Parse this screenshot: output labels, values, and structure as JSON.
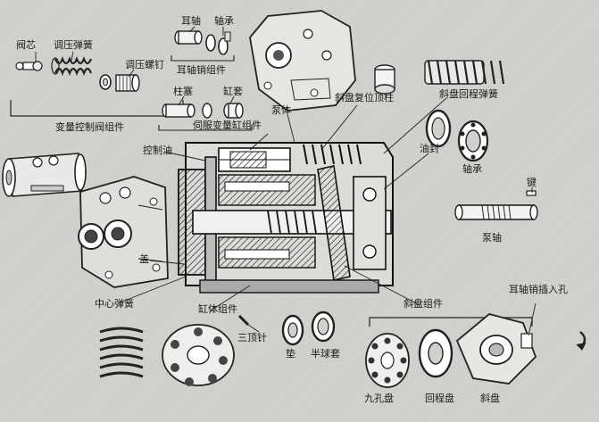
{
  "labels": {
    "valve_core": "阀芯",
    "adjust_spring": "调压弹簧",
    "adjust_screw": "调压螺钉",
    "variable_valve_group": "变量控制阀组件",
    "ear_shaft": "耳轴",
    "bearing_top": "轴承",
    "ear_pin_group": "耳轴销组件",
    "plug_post": "柱塞",
    "cylinder_sleeve": "缸套",
    "servo_cylinder_group": "伺服变量缸组件",
    "control_oil": "控制油",
    "pump_body": "泵体",
    "swash_reset_post": "斜盘复位顶柱",
    "swash_return_spring": "斜盘回程弹簧",
    "oil_seal": "油封",
    "bearing_right": "轴承",
    "key": "键",
    "pump_shaft": "泵轴",
    "cover": "盖",
    "center_spring": "中心弹簧",
    "cylinder_group": "缸体组件",
    "three_pins": "三顶针",
    "washer": "垫",
    "half_ball_sleeve": "半球套",
    "swash_group": "斜盘组件",
    "ear_pin_insert_hole": "耳轴销插入孔",
    "nine_hole_plate": "九孔盘",
    "return_plate": "回程盘",
    "swash_plate": "斜盘"
  }
}
